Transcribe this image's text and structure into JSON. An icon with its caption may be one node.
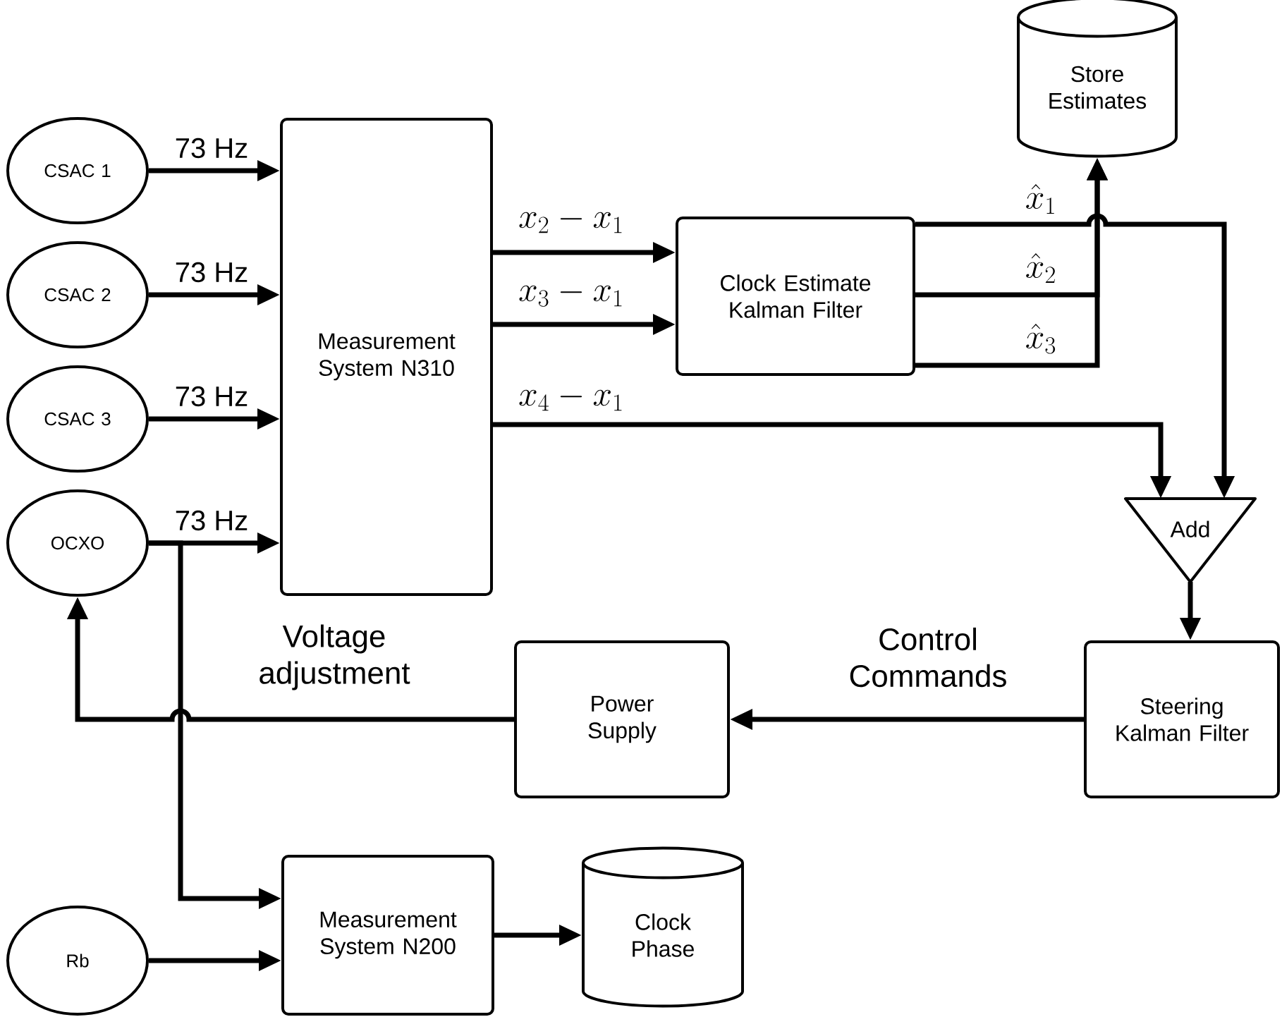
{
  "diagram": {
    "nodes": [
      {
        "text": [
          "CSAC 1"
        ]
      },
      {
        "text": [
          "CSAC 2"
        ]
      },
      {
        "text": [
          "CSAC 3"
        ]
      },
      {
        "text": [
          "OCXO"
        ]
      },
      {
        "text": [
          "Measurement System N310"
        ]
      },
      {
        "text": [
          "Store Estimates"
        ]
      },
      {
        "text": [
          "Clock Estimate Kalman Filter"
        ]
      },
      {
        "text": [
          "Add"
        ]
      },
      {
        "text": [
          "Power Supply"
        ]
      },
      {
        "text": [
          "Steering Kalman Filter"
        ]
      },
      {
        "text": [
          "Measurement System N200"
        ]
      },
      {
        "text": [
          "Clock Phase"
        ]
      },
      {
        "text": [
          "Rb"
        ]
      }
    ],
    "edges": [
      {
        "from": 0,
        "to": 4,
        "arrow": "to",
        "label": "73 Hz"
      },
      {
        "from": 1,
        "to": 4,
        "arrow": "to",
        "label": "73 Hz"
      },
      {
        "from": 2,
        "to": 4,
        "arrow": "to",
        "label": "73 Hz"
      },
      {
        "from": 3,
        "to": 4,
        "arrow": "to",
        "label": "73 Hz"
      },
      {
        "from": 4,
        "to": 6,
        "arrow": "to",
        "label": "x_2 - x_1"
      },
      {
        "from": 4,
        "to": 6,
        "arrow": "to",
        "label": "x_3 - x_1"
      },
      {
        "from": 4,
        "to": 7,
        "arrow": "to",
        "label": "x_4 - x_1"
      },
      {
        "from": 6,
        "to": 7,
        "arrow": "to",
        "label": "\\hat{x}_1"
      },
      {
        "from": 6,
        "to": 5,
        "arrow": "to",
        "label": "\\hat{x}_2"
      },
      {
        "from": 6,
        "to": 5,
        "arrow": "to",
        "label": "\\hat{x}_3"
      },
      {
        "from": 7,
        "to": 9,
        "arrow": "to"
      },
      {
        "from": 9,
        "to": 8,
        "arrow": "to",
        "label": "Control Commands"
      },
      {
        "from": 8,
        "to": 3,
        "arrow": "to",
        "label": "Voltage adjustment"
      },
      {
        "from": 3,
        "to": 10,
        "arrow": "to"
      },
      {
        "from": 12,
        "to": 10,
        "arrow": "to"
      },
      {
        "from": 10,
        "to": 11,
        "arrow": "to"
      }
    ]
  }
}
